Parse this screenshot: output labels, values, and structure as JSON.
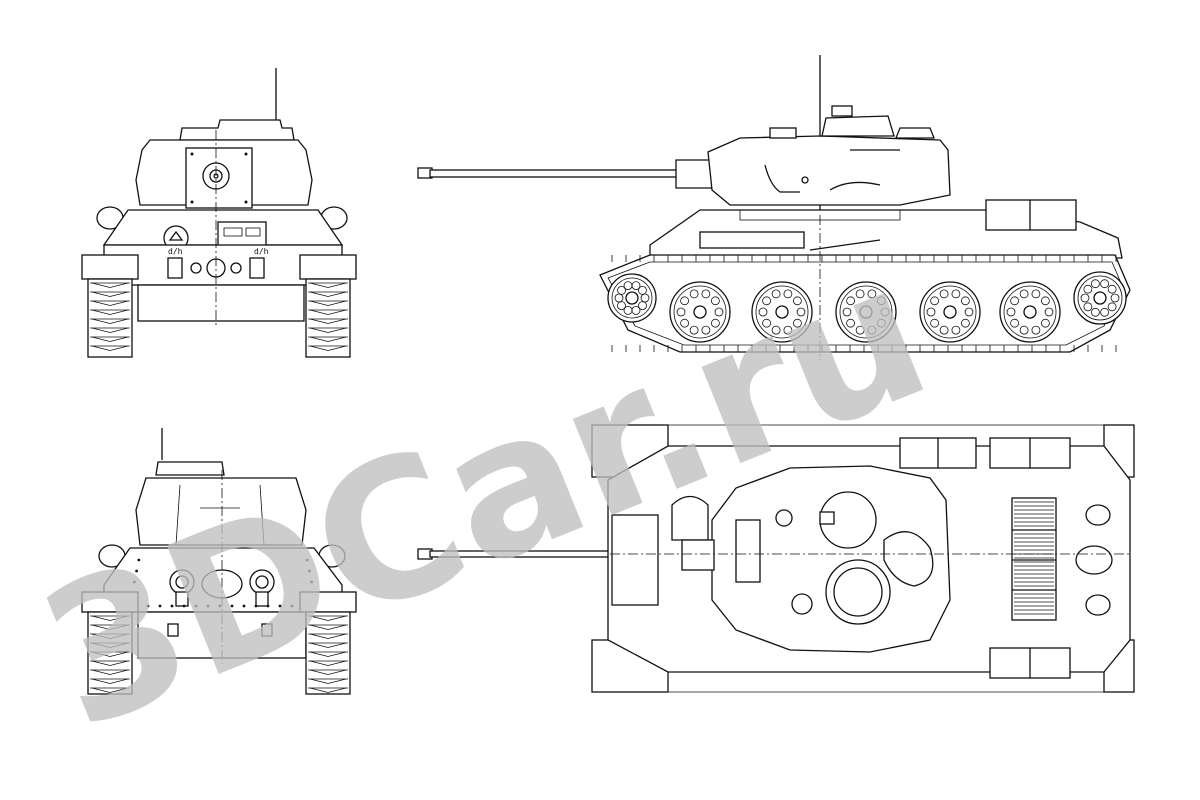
{
  "watermark": {
    "text": "3DCar.ru",
    "color": "#bfbfbf"
  },
  "drawing": {
    "subject": "tank",
    "line_color": "#111111",
    "background": "#ffffff",
    "views": [
      {
        "id": "front",
        "icon": "tank-front-view-icon"
      },
      {
        "id": "side",
        "icon": "tank-side-view-icon"
      },
      {
        "id": "rear",
        "icon": "tank-rear-view-icon"
      },
      {
        "id": "top",
        "icon": "tank-top-view-icon"
      }
    ],
    "hull_markings": [
      "d/h",
      "d/h"
    ]
  }
}
